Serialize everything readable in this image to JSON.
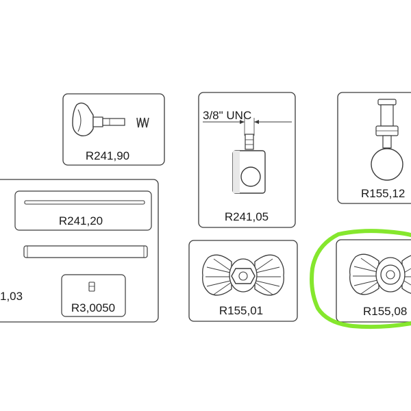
{
  "colors": {
    "line": "#3a3a3a",
    "fill": "#ffffff",
    "shade": "#e8e8e8",
    "highlight": "#7ee622"
  },
  "parts": {
    "knob_screw": {
      "label": "R241,90"
    },
    "threaded_block": {
      "label": "R241,05",
      "thread_spec": "3/8\" UNC"
    },
    "ball_mount": {
      "label": "R155,12"
    },
    "rods_group": {
      "rod_label": "R241,20",
      "group_label": "1,03",
      "small_part_label": "R3,0050"
    },
    "clamp_hex": {
      "label": "R155,01"
    },
    "clamp_round": {
      "label": "R155,08",
      "highlighted": true
    }
  }
}
